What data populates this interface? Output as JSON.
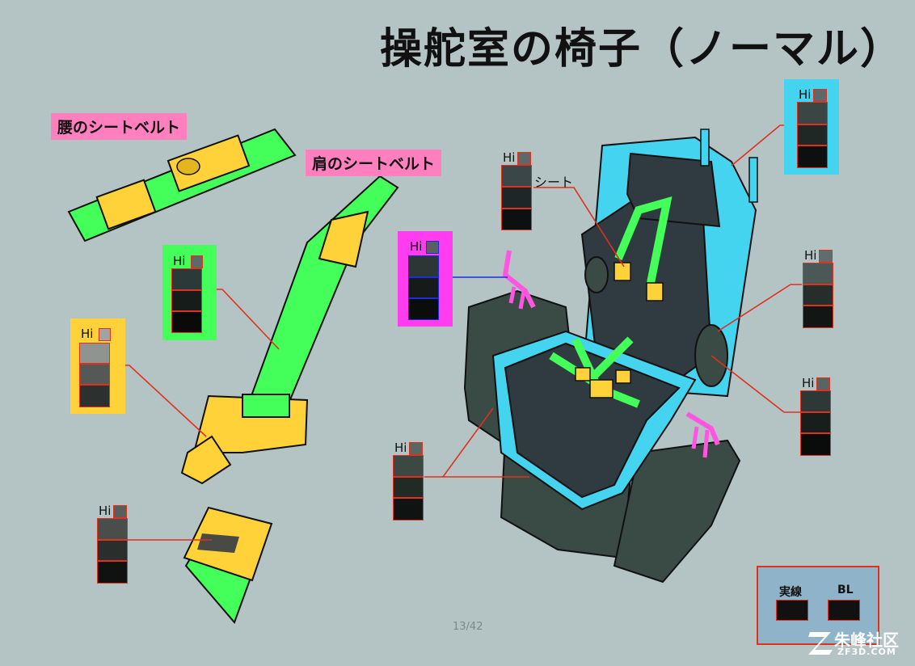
{
  "title": "操舵室の椅子（ノーマル）",
  "labels": {
    "waist_belt": "腰のシートベルト",
    "shoulder_belt": "肩のシートベルト",
    "seat": "シート",
    "hi": "Hi"
  },
  "legend": {
    "solid_line": "実線",
    "bl": "BL"
  },
  "page_number": "13/42",
  "watermark": {
    "cn": "朱峰社区",
    "en": "ZF3D.COM"
  },
  "colors": {
    "background": "#b4c4c4",
    "belt_green": "#44ff5a",
    "buckle_yellow": "#ffd23a",
    "frame_cyan": "#44d4f0",
    "lever_magenta": "#ff55e0",
    "seat_dark": "#2f3b40",
    "tag_pink": "#ff7fbf",
    "line_red": "#e0301e"
  }
}
